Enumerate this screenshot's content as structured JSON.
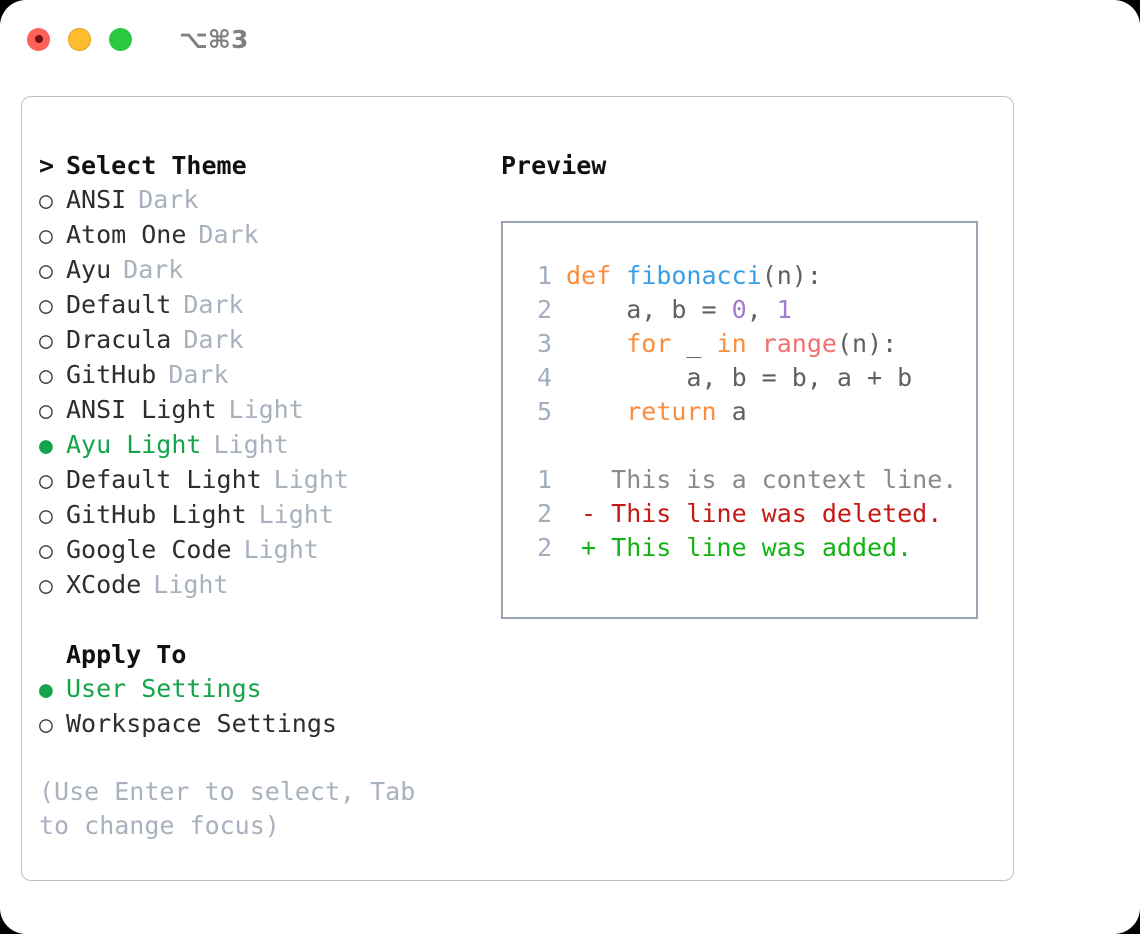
{
  "titlebar": {
    "shortcut": "⌥⌘3",
    "buttons": {
      "close": "close",
      "minimize": "minimize",
      "maximize": "maximize"
    }
  },
  "theme_section": {
    "caret": ">",
    "title": "Select Theme",
    "bullet_empty": "○",
    "bullet_filled": "●",
    "items": [
      {
        "bullet": "○",
        "label": "ANSI",
        "tag": "Dark",
        "selected": false
      },
      {
        "bullet": "○",
        "label": "Atom One",
        "tag": "Dark",
        "selected": false
      },
      {
        "bullet": "○",
        "label": "Ayu",
        "tag": "Dark",
        "selected": false
      },
      {
        "bullet": "○",
        "label": "Default",
        "tag": "Dark",
        "selected": false
      },
      {
        "bullet": "○",
        "label": "Dracula",
        "tag": "Dark",
        "selected": false
      },
      {
        "bullet": "○",
        "label": "GitHub",
        "tag": "Dark",
        "selected": false
      },
      {
        "bullet": "○",
        "label": "ANSI Light",
        "tag": "Light",
        "selected": false
      },
      {
        "bullet": "●",
        "label": "Ayu Light",
        "tag": "Light",
        "selected": true
      },
      {
        "bullet": "○",
        "label": "Default Light",
        "tag": "Light",
        "selected": false
      },
      {
        "bullet": "○",
        "label": "GitHub Light",
        "tag": "Light",
        "selected": false
      },
      {
        "bullet": "○",
        "label": "Google Code",
        "tag": "Light",
        "selected": false
      },
      {
        "bullet": "○",
        "label": "XCode",
        "tag": "Light",
        "selected": false
      }
    ]
  },
  "apply_section": {
    "caret": " ",
    "title": "Apply To",
    "items": [
      {
        "bullet": "●",
        "label": "User Settings",
        "selected": true
      },
      {
        "bullet": "○",
        "label": "Workspace Settings",
        "selected": false
      }
    ]
  },
  "hint": "(Use Enter to select, Tab to change focus)",
  "preview": {
    "title": "Preview",
    "code_lines": [
      {
        "no": "1",
        "tokens": [
          {
            "t": "def",
            "c": "kw"
          },
          {
            "t": " ",
            "c": "pln"
          },
          {
            "t": "fibonacci",
            "c": "fn"
          },
          {
            "t": "(n):",
            "c": "pln"
          }
        ]
      },
      {
        "no": "2",
        "tokens": [
          {
            "t": "    a, b = ",
            "c": "pln"
          },
          {
            "t": "0",
            "c": "num"
          },
          {
            "t": ", ",
            "c": "pln"
          },
          {
            "t": "1",
            "c": "num"
          }
        ]
      },
      {
        "no": "3",
        "tokens": [
          {
            "t": "    ",
            "c": "pln"
          },
          {
            "t": "for",
            "c": "kw"
          },
          {
            "t": " _ ",
            "c": "pln"
          },
          {
            "t": "in",
            "c": "kw"
          },
          {
            "t": " ",
            "c": "pln"
          },
          {
            "t": "range",
            "c": "bi"
          },
          {
            "t": "(n):",
            "c": "pln"
          }
        ]
      },
      {
        "no": "4",
        "tokens": [
          {
            "t": "        a, b = b, a + b",
            "c": "pln"
          }
        ]
      },
      {
        "no": "5",
        "tokens": [
          {
            "t": "    ",
            "c": "pln"
          },
          {
            "t": "return",
            "c": "kw"
          },
          {
            "t": " a",
            "c": "pln"
          }
        ]
      }
    ],
    "diff_lines": [
      {
        "no": "1",
        "tokens": [
          {
            "t": "   This is a context line.",
            "c": "ctx"
          }
        ]
      },
      {
        "no": "2",
        "tokens": [
          {
            "t": " - This line was deleted.",
            "c": "del"
          }
        ]
      },
      {
        "no": "2",
        "tokens": [
          {
            "t": " + This line was added.",
            "c": "add"
          }
        ]
      }
    ]
  },
  "colors": {
    "selection_green": "#14a44a",
    "muted": "#a8b1be",
    "keyword": "#fa8d3e",
    "function": "#399ee6",
    "number": "#a37acc",
    "builtin": "#f07171",
    "plain": "#5c6166",
    "diff_deleted": "#c41a16",
    "diff_added": "#13b215",
    "border": "#9aa5b4"
  }
}
